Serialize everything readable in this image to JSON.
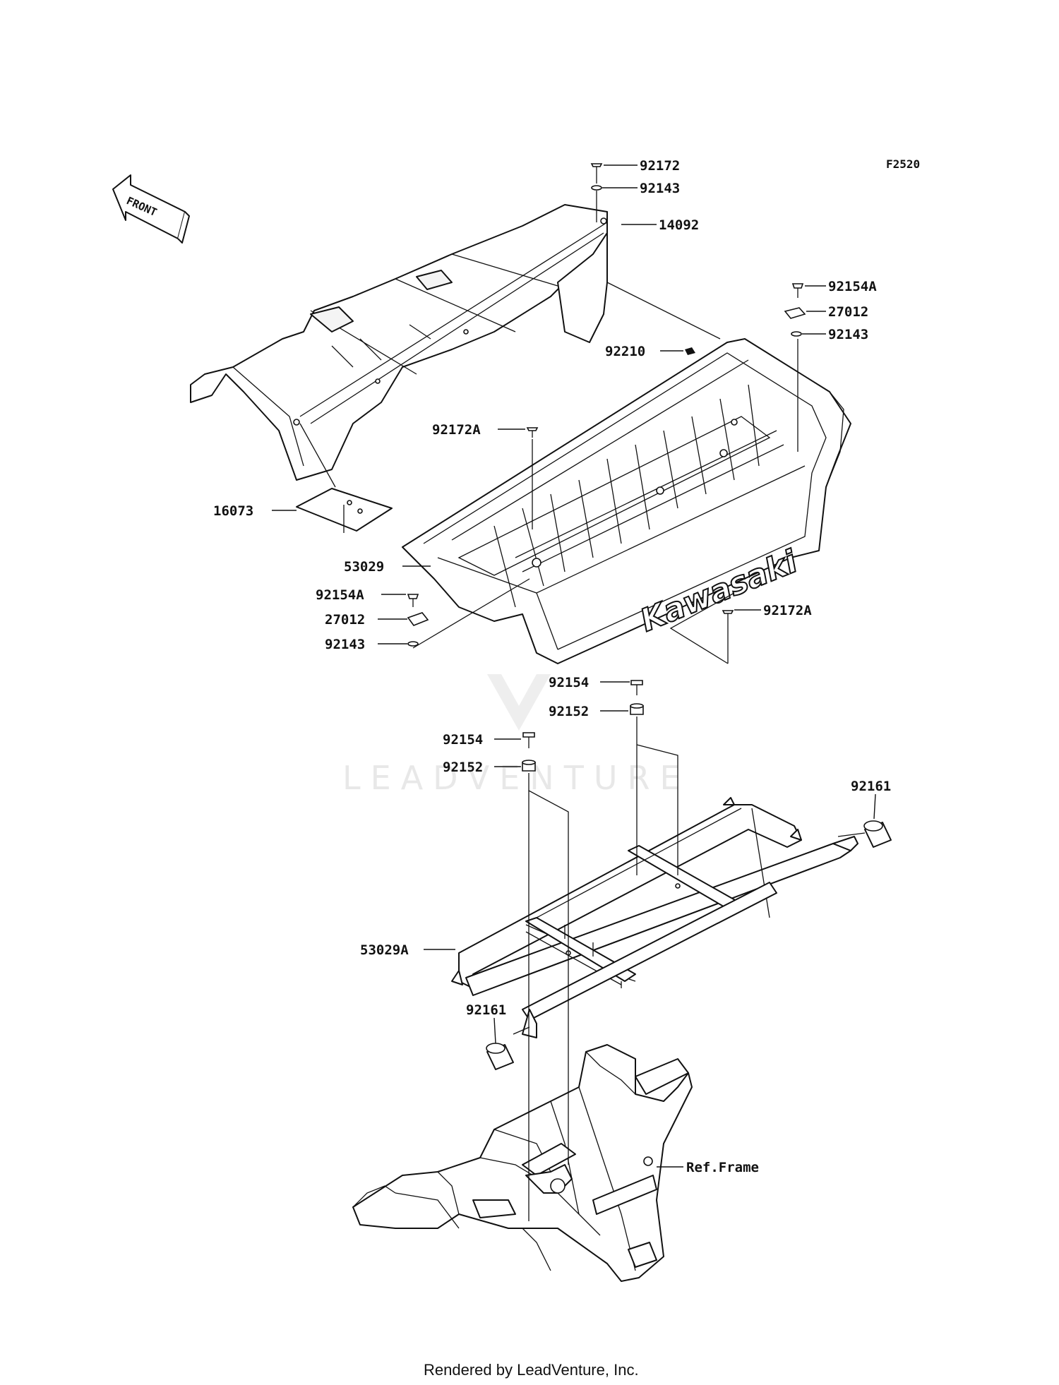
{
  "diagram_code": "F2520",
  "front_label": "FRONT",
  "brand": "Kawasaki",
  "watermark": "LEADVENTURE",
  "footer": "Rendered by LeadVenture, Inc.",
  "callouts": [
    {
      "id": "c1",
      "label": "92172"
    },
    {
      "id": "c2",
      "label": "92143"
    },
    {
      "id": "c3",
      "label": "14092"
    },
    {
      "id": "c4",
      "label": "92154A"
    },
    {
      "id": "c5",
      "label": "27012"
    },
    {
      "id": "c6",
      "label": "92143"
    },
    {
      "id": "c7",
      "label": "92210"
    },
    {
      "id": "c8",
      "label": "92172A"
    },
    {
      "id": "c9",
      "label": "16073"
    },
    {
      "id": "c10",
      "label": "53029"
    },
    {
      "id": "c11",
      "label": "92154A"
    },
    {
      "id": "c12",
      "label": "27012"
    },
    {
      "id": "c13",
      "label": "92143"
    },
    {
      "id": "c14",
      "label": "92172A"
    },
    {
      "id": "c15",
      "label": "92154"
    },
    {
      "id": "c16",
      "label": "92152"
    },
    {
      "id": "c17",
      "label": "92154"
    },
    {
      "id": "c18",
      "label": "92152"
    },
    {
      "id": "c19",
      "label": "92161"
    },
    {
      "id": "c20",
      "label": "53029A"
    },
    {
      "id": "c21",
      "label": "92161"
    },
    {
      "id": "c22",
      "label": "Ref.Frame"
    }
  ]
}
